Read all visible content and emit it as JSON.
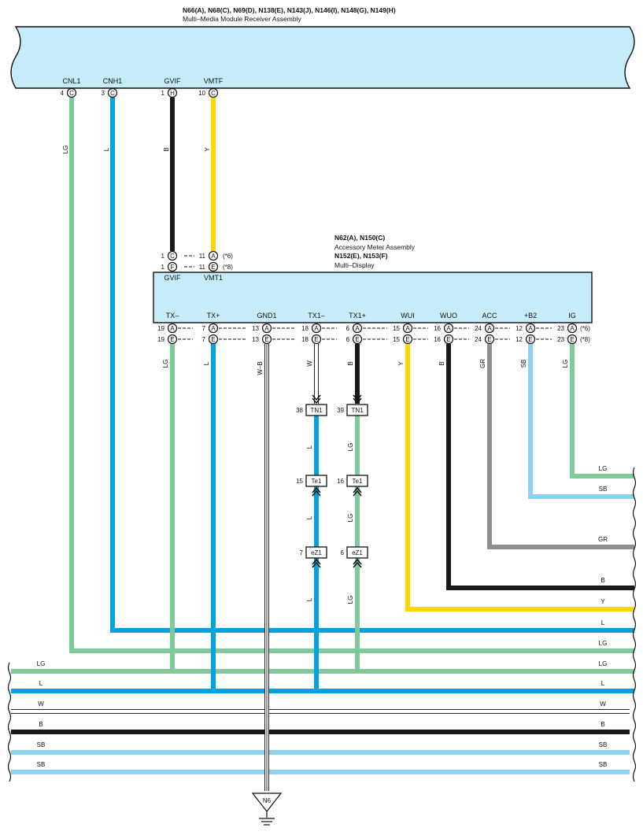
{
  "colors": {
    "LG": "#80c99b",
    "L": "#00a3e0",
    "B": "#1a1a1a",
    "Y": "#ffd700",
    "GR": "#8f9090",
    "SB": "#8fd0ef",
    "W": "#ffffff",
    "box_fill": "#c6ecfa"
  },
  "receiver": {
    "title": "N66(A), N68(C), N69(D), N138(E), N143(J), N146(I), N148(G), N149(H)",
    "subtitle": "Multi–Media Module Receiver Assembly",
    "pins": [
      {
        "name": "CNL1",
        "num": "4",
        "conn": "C",
        "wire": "LG"
      },
      {
        "name": "CNH1",
        "num": "3",
        "conn": "C",
        "wire": "L"
      },
      {
        "name": "GVIF",
        "num": "1",
        "conn": "H",
        "wire": "B"
      },
      {
        "name": "VMTF",
        "num": "10",
        "conn": "C",
        "wire": "Y"
      }
    ]
  },
  "display": {
    "title1": "N62(A), N150(C)",
    "sub1": "Accessory Meter Assembly",
    "title2": "N152(E), N153(F)",
    "sub2": "Multi–Display",
    "top_pins": [
      {
        "name": "GVIF",
        "row1": {
          "num": "1",
          "conn": "C"
        },
        "row2": {
          "num": "1",
          "conn": "F"
        }
      },
      {
        "name": "VMT1",
        "row1": {
          "num": "11",
          "conn": "A"
        },
        "row2": {
          "num": "11",
          "conn": "E"
        }
      }
    ],
    "note1": "(*6)",
    "note2": "(*8)",
    "bottom_pins": [
      {
        "name": "TX–",
        "num": "19",
        "wire": "LG"
      },
      {
        "name": "TX+",
        "num": "7",
        "wire": "L"
      },
      {
        "name": "GND1",
        "num": "13",
        "wire": "W–B"
      },
      {
        "name": "TX1–",
        "num": "18",
        "wire": "W"
      },
      {
        "name": "TX1+",
        "num": "6",
        "wire": "B"
      },
      {
        "name": "WUI",
        "num": "15",
        "wire": "Y"
      },
      {
        "name": "WUO",
        "num": "16",
        "wire": "B"
      },
      {
        "name": "ACC",
        "num": "24",
        "wire": "GR"
      },
      {
        "name": "+B2",
        "num": "12",
        "wire": "SB"
      },
      {
        "name": "IG",
        "num": "23",
        "wire": "LG"
      }
    ],
    "conn_row1": "A",
    "conn_row2": "E"
  },
  "junctions": {
    "left": [
      {
        "num": "38",
        "name": "TN1"
      },
      {
        "num": "15",
        "name": "Te1"
      },
      {
        "num": "7",
        "name": "eZ1"
      }
    ],
    "right": [
      {
        "num": "39",
        "name": "TN1"
      },
      {
        "num": "16",
        "name": "Te1"
      },
      {
        "num": "6",
        "name": "eZ1"
      }
    ],
    "left_wires": [
      "W",
      "L",
      "L",
      "L"
    ],
    "right_wires": [
      "B",
      "LG",
      "LG",
      "LG"
    ]
  },
  "ground": {
    "name": "N6"
  },
  "right_exits": [
    "LG",
    "SB",
    "GR",
    "B",
    "Y",
    "L",
    "LG"
  ],
  "through_left": [
    "LG",
    "L",
    "W",
    "B",
    "SB",
    "SB"
  ],
  "through_right": [
    "LG",
    "L",
    "W",
    "B",
    "SB",
    "SB"
  ]
}
